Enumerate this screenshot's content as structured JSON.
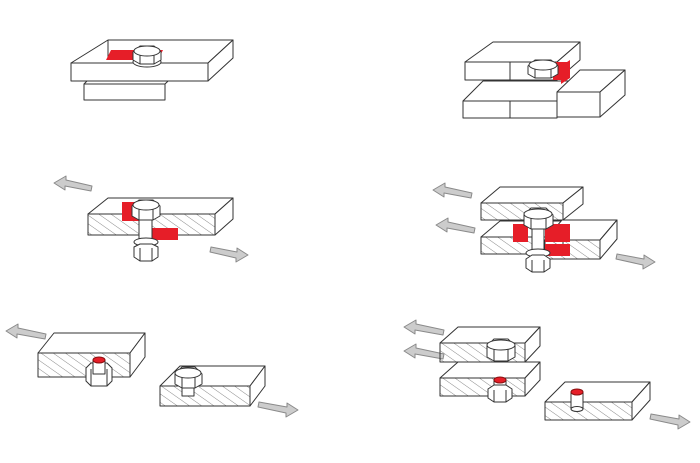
{
  "colors": {
    "background": "#ffffff",
    "outline": "#333333",
    "face": "#ffffff",
    "hatch": "#888888",
    "shear_plane": "#e61e28",
    "arrow_fill": "#cccccc",
    "arrow_stroke": "#8a8a8a"
  },
  "icons": {
    "bolt": "hex-bolt-icon",
    "load": "arrow-icon",
    "shear": "shear-plane-marker"
  },
  "panels": [
    {
      "id": "single-shear-joint",
      "shear_planes": 1,
      "state": "assembled"
    },
    {
      "id": "double-shear-joint",
      "shear_planes": 2,
      "state": "assembled"
    },
    {
      "id": "single-shear-section",
      "shear_planes": 1,
      "state": "loaded"
    },
    {
      "id": "double-shear-section",
      "shear_planes": 2,
      "state": "loaded"
    },
    {
      "id": "single-shear-failure",
      "shear_planes": 1,
      "state": "sheared"
    },
    {
      "id": "double-shear-failure",
      "shear_planes": 2,
      "state": "sheared"
    }
  ]
}
